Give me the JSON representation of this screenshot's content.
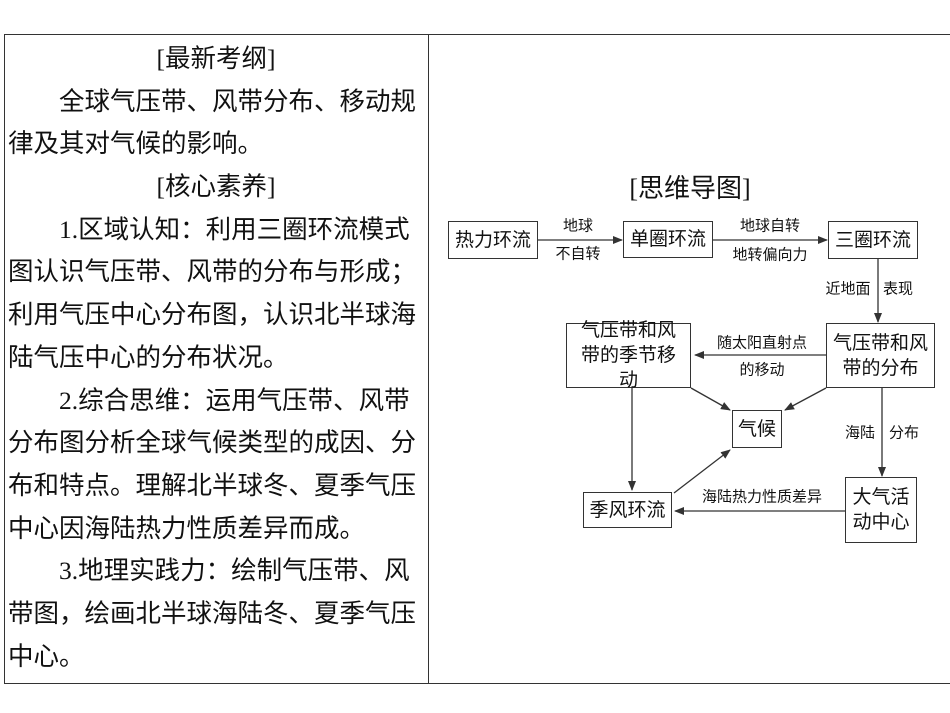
{
  "left": {
    "heading1": "[最新考纲]",
    "outline_lines": [
      "全球气压带、风带分布、移动规",
      "律及其对气候的影响。"
    ],
    "heading2": "[核心素养]",
    "literacy_lines": [
      "1.区域认知：利用三圈环流模式",
      "图认识气压带、风带的分布与形成；",
      "利用气压中心分布图，认识北半球海",
      "陆气压中心的分布状况。",
      "2.综合思维：运用气压带、风带",
      "分布图分析全球气候类型的成因、分",
      "布和特点。理解北半球冬、夏季气压",
      "中心因海陆热力性质差异而成。",
      "3.地理实践力：绘制气压带、风",
      "带图，绘画北半球海陆冬、夏季气压",
      "中心。"
    ]
  },
  "diagram": {
    "title": "[思维导图]",
    "nodes": {
      "thermal": "热力环流",
      "single": "单圈环流",
      "three": "三圈环流",
      "distribution": "气压带和风带的分布",
      "seasonal": "气压带和风带的季节移动",
      "climate": "气候",
      "monsoon": "季风环流",
      "centers": "大气活动中心"
    },
    "labels": {
      "a1_top": "地球",
      "a1_bottom": "不自转",
      "a2_top": "地球自转",
      "a2_bottom": "地转偏向力",
      "a3_left": "近地面",
      "a3_right": "表现",
      "a4_top": "随太阳直射点",
      "a4_bottom": "的移动",
      "a5_left": "海陆",
      "a5_right": "分布",
      "a6": "海陆热力性质差异"
    }
  }
}
